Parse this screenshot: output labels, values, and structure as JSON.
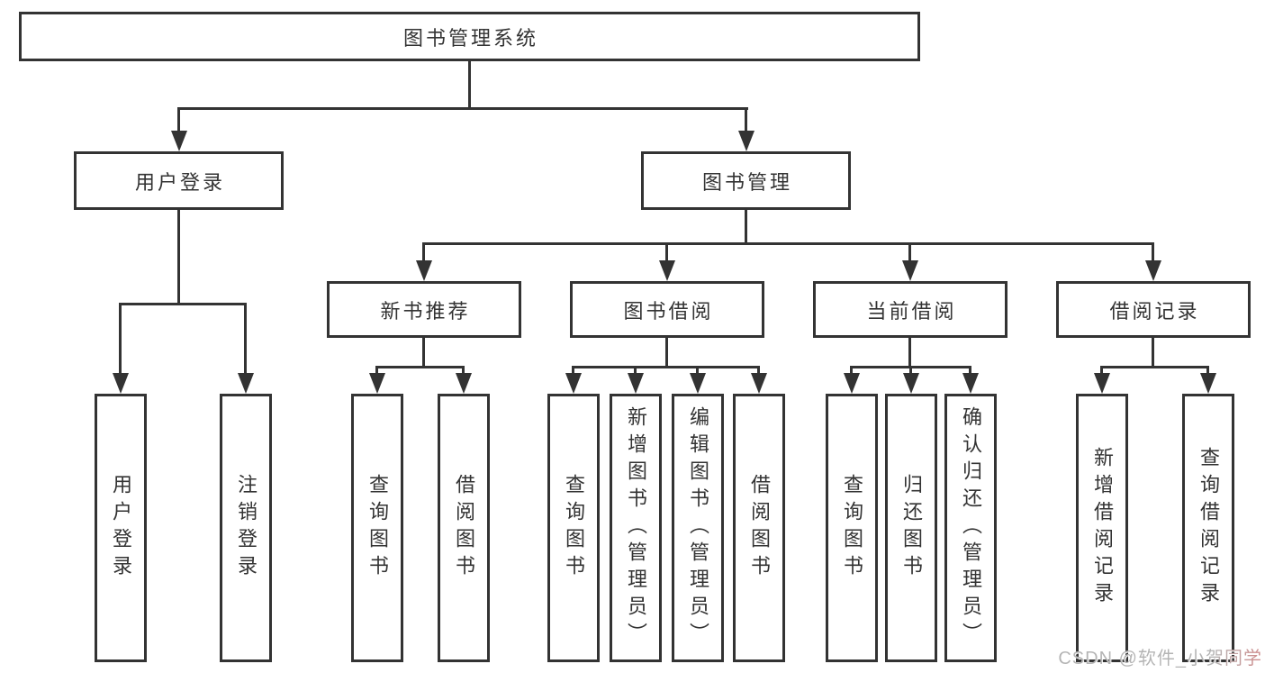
{
  "diagram": {
    "root": {
      "label": "图书管理系统"
    },
    "branches": [
      {
        "label": "用户登录",
        "children": [
          {
            "label": "用户登录"
          },
          {
            "label": "注销登录"
          }
        ]
      },
      {
        "label": "图书管理",
        "groups": [
          {
            "label": "新书推荐",
            "children": [
              {
                "label": "查询图书"
              },
              {
                "label": "借阅图书"
              }
            ]
          },
          {
            "label": "图书借阅",
            "children": [
              {
                "label": "查询图书"
              },
              {
                "label": "新增图书（管理员）"
              },
              {
                "label": "编辑图书（管理员）"
              },
              {
                "label": "借阅图书"
              }
            ]
          },
          {
            "label": "当前借阅",
            "children": [
              {
                "label": "查询图书"
              },
              {
                "label": "归还图书"
              },
              {
                "label": "确认归还（管理员）"
              }
            ]
          },
          {
            "label": "借阅记录",
            "children": [
              {
                "label": "新增借阅记录"
              },
              {
                "label": "查询借阅记录"
              }
            ]
          }
        ]
      }
    ]
  },
  "watermark": {
    "text": "CSDN @软件_小贺同学"
  },
  "colors": {
    "stroke": "#333333",
    "background": "#ffffff",
    "watermark": "#b4b4b4",
    "watermark_accent": "#cc8f8f"
  }
}
